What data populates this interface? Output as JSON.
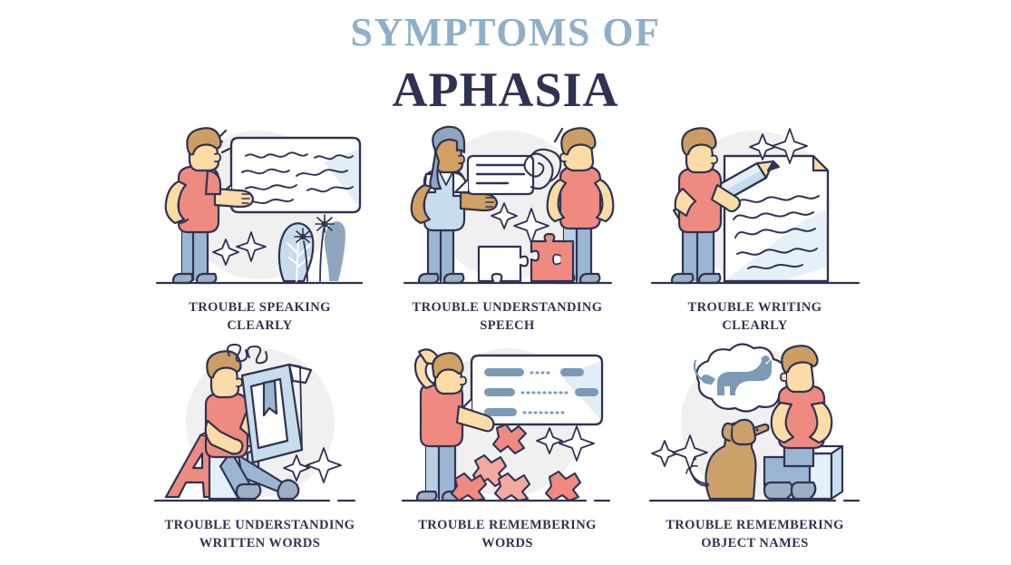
{
  "header": {
    "title_top": "SYMPTOMS OF",
    "title_main": "APHASIA",
    "title_top_color": "#8fafc9",
    "title_main_color": "#2e3353"
  },
  "palette": {
    "outline": "#2e3353",
    "coral": "#ef8a80",
    "coral_dark": "#e2695f",
    "coral_light": "#f4a9a0",
    "skin": "#fbdca6",
    "skin_dark": "#d3a063",
    "hair_tan": "#cd9e64",
    "hair_blue": "#8fa7bd",
    "blue_pants": "#9bb6d2",
    "blue_light": "#c7dced",
    "blue_pale": "#e4eff8",
    "blue_mid": "#7b9ab5",
    "shoe": "#9eb0c4",
    "circle_bg": "#f0f0f0",
    "white": "#ffffff",
    "dog": "#cda06a",
    "ground": "#2e3353"
  },
  "cards": [
    {
      "id": "trouble-speaking-clearly",
      "label_line1": "TROUBLE SPEAKING",
      "label_line2": "CLEARLY",
      "illustration": "person-speaking-scribble-bubble"
    },
    {
      "id": "trouble-understanding-speech",
      "label_line1": "TROUBLE UNDERSTANDING",
      "label_line2": "SPEECH",
      "illustration": "two-people-speech-puzzle"
    },
    {
      "id": "trouble-writing-clearly",
      "label_line1": "TROUBLE WRITING",
      "label_line2": "CLEARLY",
      "illustration": "person-pencil-scribble-paper"
    },
    {
      "id": "trouble-understanding-written-words",
      "label_line1": "TROUBLE UNDERSTANDING",
      "label_line2": "WRITTEN WORDS",
      "illustration": "person-reading-book-letter-a"
    },
    {
      "id": "trouble-remembering-words",
      "label_line1": "TROUBLE REMEMBERING",
      "label_line2": "WORDS",
      "illustration": "person-missing-words-bubble"
    },
    {
      "id": "trouble-remembering-object-names",
      "label_line1": "TROUBLE REMEMBERING",
      "label_line2": "OBJECT NAMES",
      "illustration": "person-dog-cat-thought-bubble"
    }
  ]
}
